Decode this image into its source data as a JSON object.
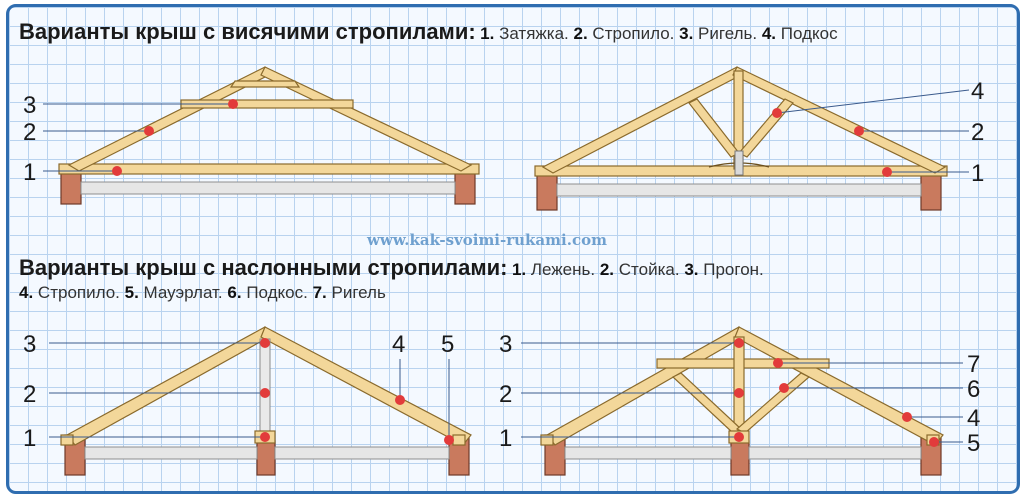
{
  "section1": {
    "title": "Варианты крыш с висячими стропилами:",
    "items": [
      {
        "num": "1.",
        "text": "Затяжка."
      },
      {
        "num": "2.",
        "text": "Стропило."
      },
      {
        "num": "3.",
        "text": "Ригель."
      },
      {
        "num": "4.",
        "text": "Подкос"
      }
    ]
  },
  "section2": {
    "title": "Варианты крыш с наслонными стропилами:",
    "items_line1": [
      {
        "num": "1.",
        "text": "Лежень."
      },
      {
        "num": "2.",
        "text": "Стойка."
      },
      {
        "num": "3.",
        "text": "Прогон."
      }
    ],
    "items_line2": [
      {
        "num": "4.",
        "text": "Стропило."
      },
      {
        "num": "5.",
        "text": "Мауэрлат."
      },
      {
        "num": "6.",
        "text": "Подкос."
      },
      {
        "num": "7.",
        "text": "Ригель"
      }
    ]
  },
  "watermark": "www.kak-svoimi-rukami.com",
  "callouts": {
    "top_left": [
      "3",
      "2",
      "1"
    ],
    "top_right": [
      "4",
      "2",
      "1"
    ],
    "bottom_left": [
      "3",
      "2",
      "1"
    ],
    "bottom_left_right": [
      "4",
      "5"
    ],
    "bottom_right_left": [
      "3",
      "2",
      "1"
    ],
    "bottom_right_right": [
      "7",
      "6",
      "4",
      "5"
    ]
  },
  "colors": {
    "frame": "#2f6db0",
    "grid": "#b9d3ef",
    "wood": "#f3d79a",
    "wall": "#c97a5e",
    "marker": "#e23b3b"
  }
}
